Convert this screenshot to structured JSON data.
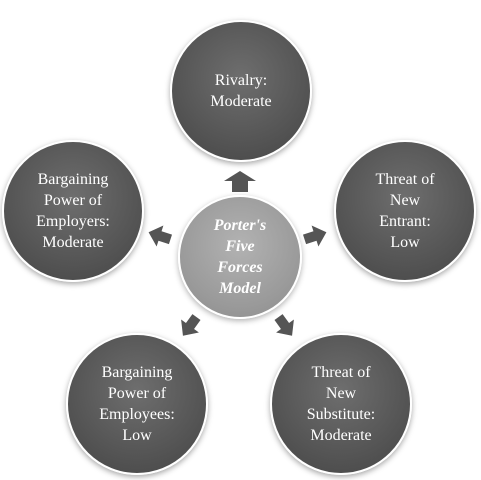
{
  "center": {
    "lines": [
      "Porter's",
      "Five",
      "Forces",
      "Model"
    ]
  },
  "forces": [
    {
      "id": "rivalry",
      "lines": [
        "Rivalry:",
        "Moderate"
      ]
    },
    {
      "id": "threat-new-entrant",
      "lines": [
        "Threat of",
        "New",
        "Entrant:",
        "Low"
      ]
    },
    {
      "id": "threat-new-substitute",
      "lines": [
        "Threat of",
        "New",
        "Substitute:",
        "Moderate"
      ]
    },
    {
      "id": "bargaining-power-employees",
      "lines": [
        "Bargaining",
        "Power of",
        "Employees:",
        "Low"
      ]
    },
    {
      "id": "bargaining-power-employers",
      "lines": [
        "Bargaining",
        "Power of",
        "Employers:",
        "Moderate"
      ]
    }
  ],
  "colors": {
    "outer_circle": "#555555",
    "center_circle": "#9a9a9a",
    "arrow": "#555555",
    "text": "#ffffff"
  }
}
